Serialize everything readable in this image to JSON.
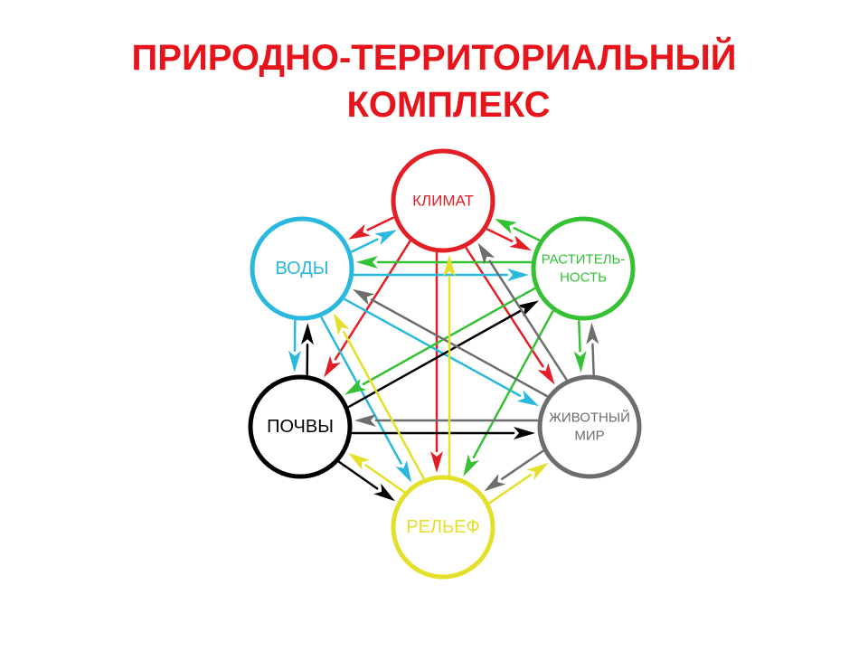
{
  "title": {
    "line1": "ПРИРОДНО-ТЕРРИТОРИАЛЬНЫЙ",
    "line2": "КОМПЛЕКС",
    "color": "#e8141c"
  },
  "nodes": [
    {
      "id": "climate",
      "lines": [
        "КЛИМАТ"
      ],
      "color": "#e31e24"
    },
    {
      "id": "waters",
      "lines": [
        "ВОДЫ"
      ],
      "color": "#29b8de"
    },
    {
      "id": "vegetation",
      "lines": [
        "РАСТИТЕЛЬ-",
        "НОСТЬ"
      ],
      "color": "#34c134"
    },
    {
      "id": "soils",
      "lines": [
        "ПОЧВЫ"
      ],
      "color": "#000000"
    },
    {
      "id": "fauna",
      "lines": [
        "ЖИВОТНЫЙ",
        "МИР"
      ],
      "color": "#6d6d6d"
    },
    {
      "id": "relief",
      "lines": [
        "РЕЛЬЕФ"
      ],
      "color": "#e4e02a"
    }
  ],
  "links": [
    {
      "from": "climate",
      "to": "waters"
    },
    {
      "from": "climate",
      "to": "vegetation"
    },
    {
      "from": "climate",
      "to": "soils"
    },
    {
      "from": "climate",
      "to": "fauna"
    },
    {
      "from": "climate",
      "to": "relief"
    },
    {
      "from": "waters",
      "to": "climate"
    },
    {
      "from": "waters",
      "to": "vegetation"
    },
    {
      "from": "waters",
      "to": "soils"
    },
    {
      "from": "waters",
      "to": "fauna"
    },
    {
      "from": "waters",
      "to": "relief"
    },
    {
      "from": "vegetation",
      "to": "climate"
    },
    {
      "from": "vegetation",
      "to": "waters"
    },
    {
      "from": "vegetation",
      "to": "soils"
    },
    {
      "from": "vegetation",
      "to": "fauna"
    },
    {
      "from": "vegetation",
      "to": "relief"
    },
    {
      "from": "soils",
      "to": "waters"
    },
    {
      "from": "soils",
      "to": "vegetation"
    },
    {
      "from": "soils",
      "to": "fauna"
    },
    {
      "from": "soils",
      "to": "relief"
    },
    {
      "from": "fauna",
      "to": "climate"
    },
    {
      "from": "fauna",
      "to": "waters"
    },
    {
      "from": "fauna",
      "to": "vegetation"
    },
    {
      "from": "fauna",
      "to": "soils"
    },
    {
      "from": "fauna",
      "to": "relief"
    },
    {
      "from": "relief",
      "to": "climate"
    },
    {
      "from": "relief",
      "to": "waters"
    },
    {
      "from": "relief",
      "to": "soils"
    },
    {
      "from": "relief",
      "to": "fauna"
    }
  ]
}
